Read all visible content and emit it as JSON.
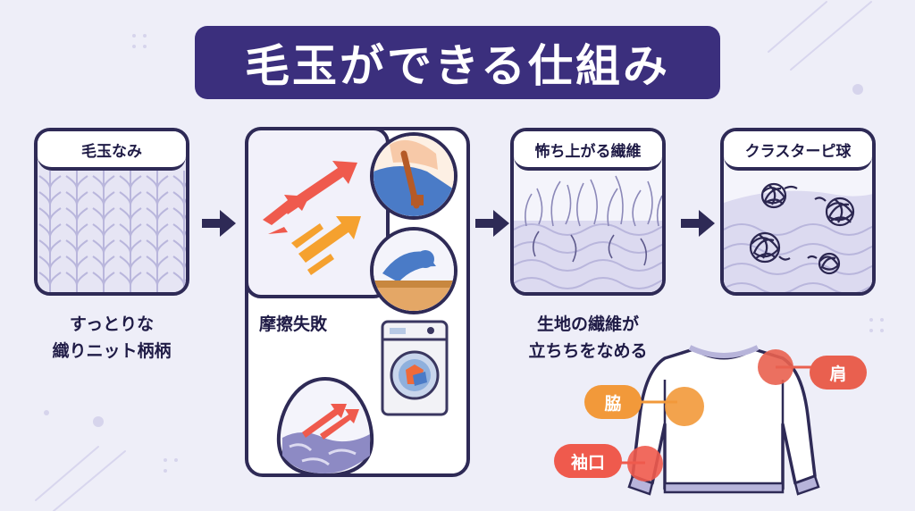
{
  "title": "毛玉ができる仕組み",
  "steps": [
    {
      "label": "毛玉なみ",
      "caption_lines": [
        "すっとりな",
        "織りニット柄柄"
      ]
    },
    {
      "caption_lines": [
        "摩擦失敗"
      ]
    },
    {
      "label": "怖ち上がる繊維",
      "caption_lines": [
        "生地の繊維が",
        "立ちちをなめる"
      ]
    },
    {
      "label": "クラスターピ球"
    }
  ],
  "sweater_labels": {
    "shoulder": "肩",
    "armpit": "脇",
    "cuff": "袖口"
  },
  "colors": {
    "title_bg": "#3b2f7d",
    "outline": "#2e2a56",
    "badge_orange": "#f2993a",
    "badge_red": "#e9604f",
    "badge_coral": "#ef5a4d",
    "arrow_red": "#ef5a4d",
    "arrow_orange": "#f5a12f"
  }
}
